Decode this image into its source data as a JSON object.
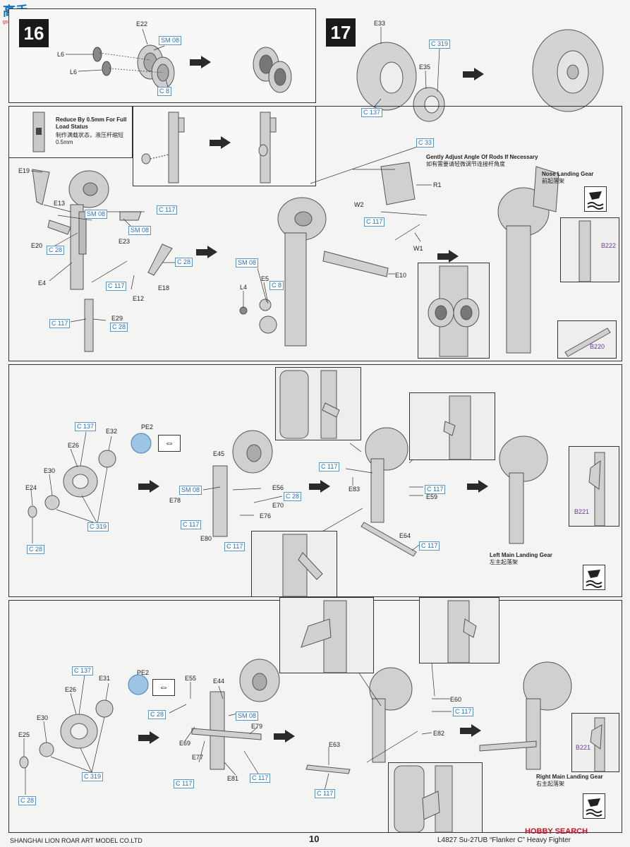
{
  "watermark": {
    "top": "高手",
    "site": "gs-shou.com"
  },
  "steps": {
    "s16": "16",
    "s17": "17"
  },
  "notes": {
    "reduce_en": "Reduce By 0.5mm For Full Load Status",
    "reduce_cn": "制作满载状态，液压杆缩短0.5mm",
    "adjust_en": "Gently Adjust Angle Of Rods If Necessary",
    "adjust_cn": "如有需要请轻微调节连接杆角度",
    "nose_en": "Nose Landing Gear",
    "nose_cn": "前起落架",
    "left_en": "Left Main Landing Gear",
    "left_cn": "左主起落架",
    "right_en": "Right Main Landing Gear",
    "right_cn": "右主起落架"
  },
  "parts": {
    "p16": {
      "e22": "E22",
      "sm08": "SM 08",
      "l6a": "L6",
      "l6b": "L6",
      "c8": "C 8"
    },
    "p17": {
      "e33": "E33",
      "c319": "C 319",
      "e35": "E35",
      "c137": "C 137"
    },
    "nose": {
      "e19": "E19",
      "e13": "E13",
      "sm08a": "SM 08",
      "c117a": "C 117",
      "sm08b": "SM 08",
      "e23": "E23",
      "e20": "E20",
      "c28a": "C 28",
      "c28b": "C 28",
      "e4": "E4",
      "c117b": "C 117",
      "e12": "E12",
      "e18": "E18",
      "e29": "E29",
      "c117c": "C 117",
      "c28c": "C 28",
      "c33": "C 33",
      "r1": "R1",
      "w2": "W2",
      "c117d": "C 117",
      "w1": "W1",
      "sm08c": "SM 08",
      "e5": "E5",
      "l4": "L4",
      "c8": "C 8",
      "e10": "E10",
      "b222": "B222",
      "b220": "B220"
    },
    "left": {
      "c137": "C 137",
      "e32": "E32",
      "pe2": "PE2",
      "e26": "E26",
      "e30": "E30",
      "e24": "E24",
      "c319": "C 319",
      "c28": "C 28",
      "e45": "E45",
      "sm08": "SM 08",
      "e56": "E56",
      "c28b": "C 28",
      "e78": "E78",
      "e70": "E70",
      "c117a": "C 117",
      "e76": "E76",
      "e80": "E80",
      "c117b": "C 117",
      "c117c": "C 117",
      "e83": "E83",
      "c117d": "C 117",
      "e59": "E59",
      "e64": "E64",
      "c117e": "C 117",
      "b221": "B221"
    },
    "right": {
      "c137": "C 137",
      "e31": "E31",
      "pe2": "PE2",
      "e26": "E26",
      "e30": "E30",
      "e25": "E25",
      "c319": "C 319",
      "c28": "C 28",
      "e55": "E55",
      "e44": "E44",
      "c28b": "C 28",
      "sm08": "SM 08",
      "e79": "E79",
      "e69": "E69",
      "e77": "E77",
      "c117a": "C 117",
      "e81": "E81",
      "c117b": "C 117",
      "e60": "E60",
      "c117c": "C 117",
      "e82": "E82",
      "e63": "E63",
      "c117d": "C 117",
      "b221": "B221"
    }
  },
  "footer": {
    "company": "SHANGHAI LION ROAR ART MODEL CO.LTD",
    "page": "10",
    "kit": "L4827  Su-27UB  “Flanker C”  Heavy  Fighter",
    "hobby": "HOBBY SEARCH"
  }
}
